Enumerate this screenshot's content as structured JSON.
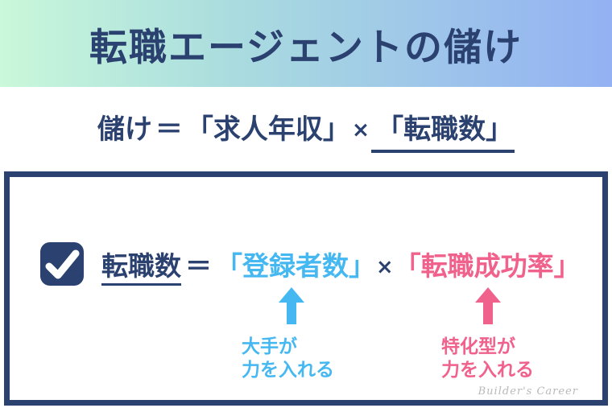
{
  "header": {
    "title": "転職エージェントの儲け"
  },
  "top_formula": {
    "lhs": "儲け",
    "equals": "＝",
    "term1": "「求人年収」",
    "times": "×",
    "term2": "「転職数」"
  },
  "box": {
    "formula": {
      "lhs": "転職数",
      "equals": "＝",
      "term1": "「登録者数」",
      "times": "×",
      "term2": "「転職成功率」"
    },
    "annotations": [
      {
        "lines": [
          "大手が",
          "力を入れる"
        ]
      },
      {
        "lines": [
          "特化型が",
          "力を入れる"
        ]
      }
    ]
  },
  "watermark": "Builder's Career",
  "icons": {
    "check": "checkmark-icon",
    "arrow_blue": "up-arrow-icon",
    "arrow_pink": "up-arrow-icon"
  },
  "colors": {
    "navy": "#2b4170",
    "blue": "#45b8f2",
    "pink": "#f0618c",
    "gradient_left": "#c9f8da",
    "gradient_right": "#93b1f3",
    "watermark_gray": "#b9b9b9"
  }
}
